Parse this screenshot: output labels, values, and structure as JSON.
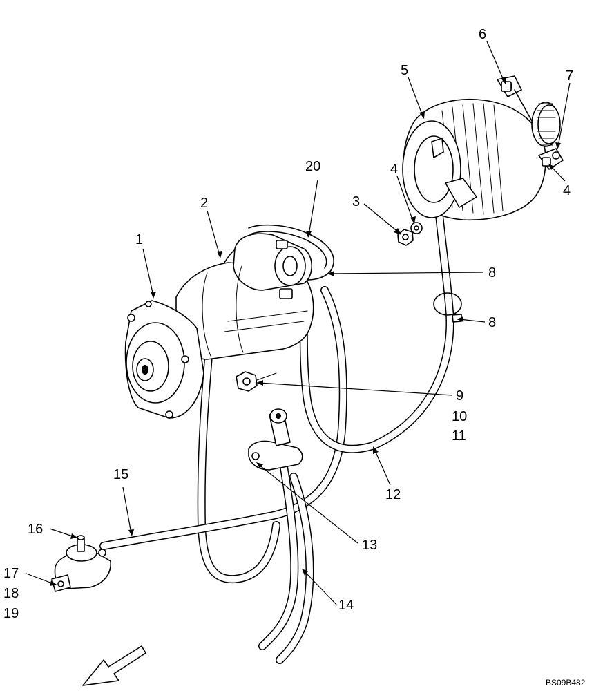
{
  "callouts": [
    {
      "id": "c1",
      "text": "1"
    },
    {
      "id": "c2",
      "text": "2"
    },
    {
      "id": "c3",
      "text": "3"
    },
    {
      "id": "c4a",
      "text": "4"
    },
    {
      "id": "c4b",
      "text": "4"
    },
    {
      "id": "c5",
      "text": "5"
    },
    {
      "id": "c6",
      "text": "6"
    },
    {
      "id": "c7",
      "text": "7"
    },
    {
      "id": "c8a",
      "text": "8"
    },
    {
      "id": "c8b",
      "text": "8"
    },
    {
      "id": "c9",
      "text": "9"
    },
    {
      "id": "c10",
      "text": "10"
    },
    {
      "id": "c11",
      "text": "11"
    },
    {
      "id": "c12",
      "text": "12"
    },
    {
      "id": "c13",
      "text": "13"
    },
    {
      "id": "c14",
      "text": "14"
    },
    {
      "id": "c15",
      "text": "15"
    },
    {
      "id": "c16",
      "text": "16"
    },
    {
      "id": "c17",
      "text": "17"
    },
    {
      "id": "c18",
      "text": "18"
    },
    {
      "id": "c19",
      "text": "19"
    },
    {
      "id": "c20",
      "text": "20"
    }
  ],
  "drawing_code": "BS09B482",
  "icons": {
    "starter": "starter-motor-icon",
    "alternator": "alternator-icon",
    "direction": "direction-arrow-icon"
  }
}
